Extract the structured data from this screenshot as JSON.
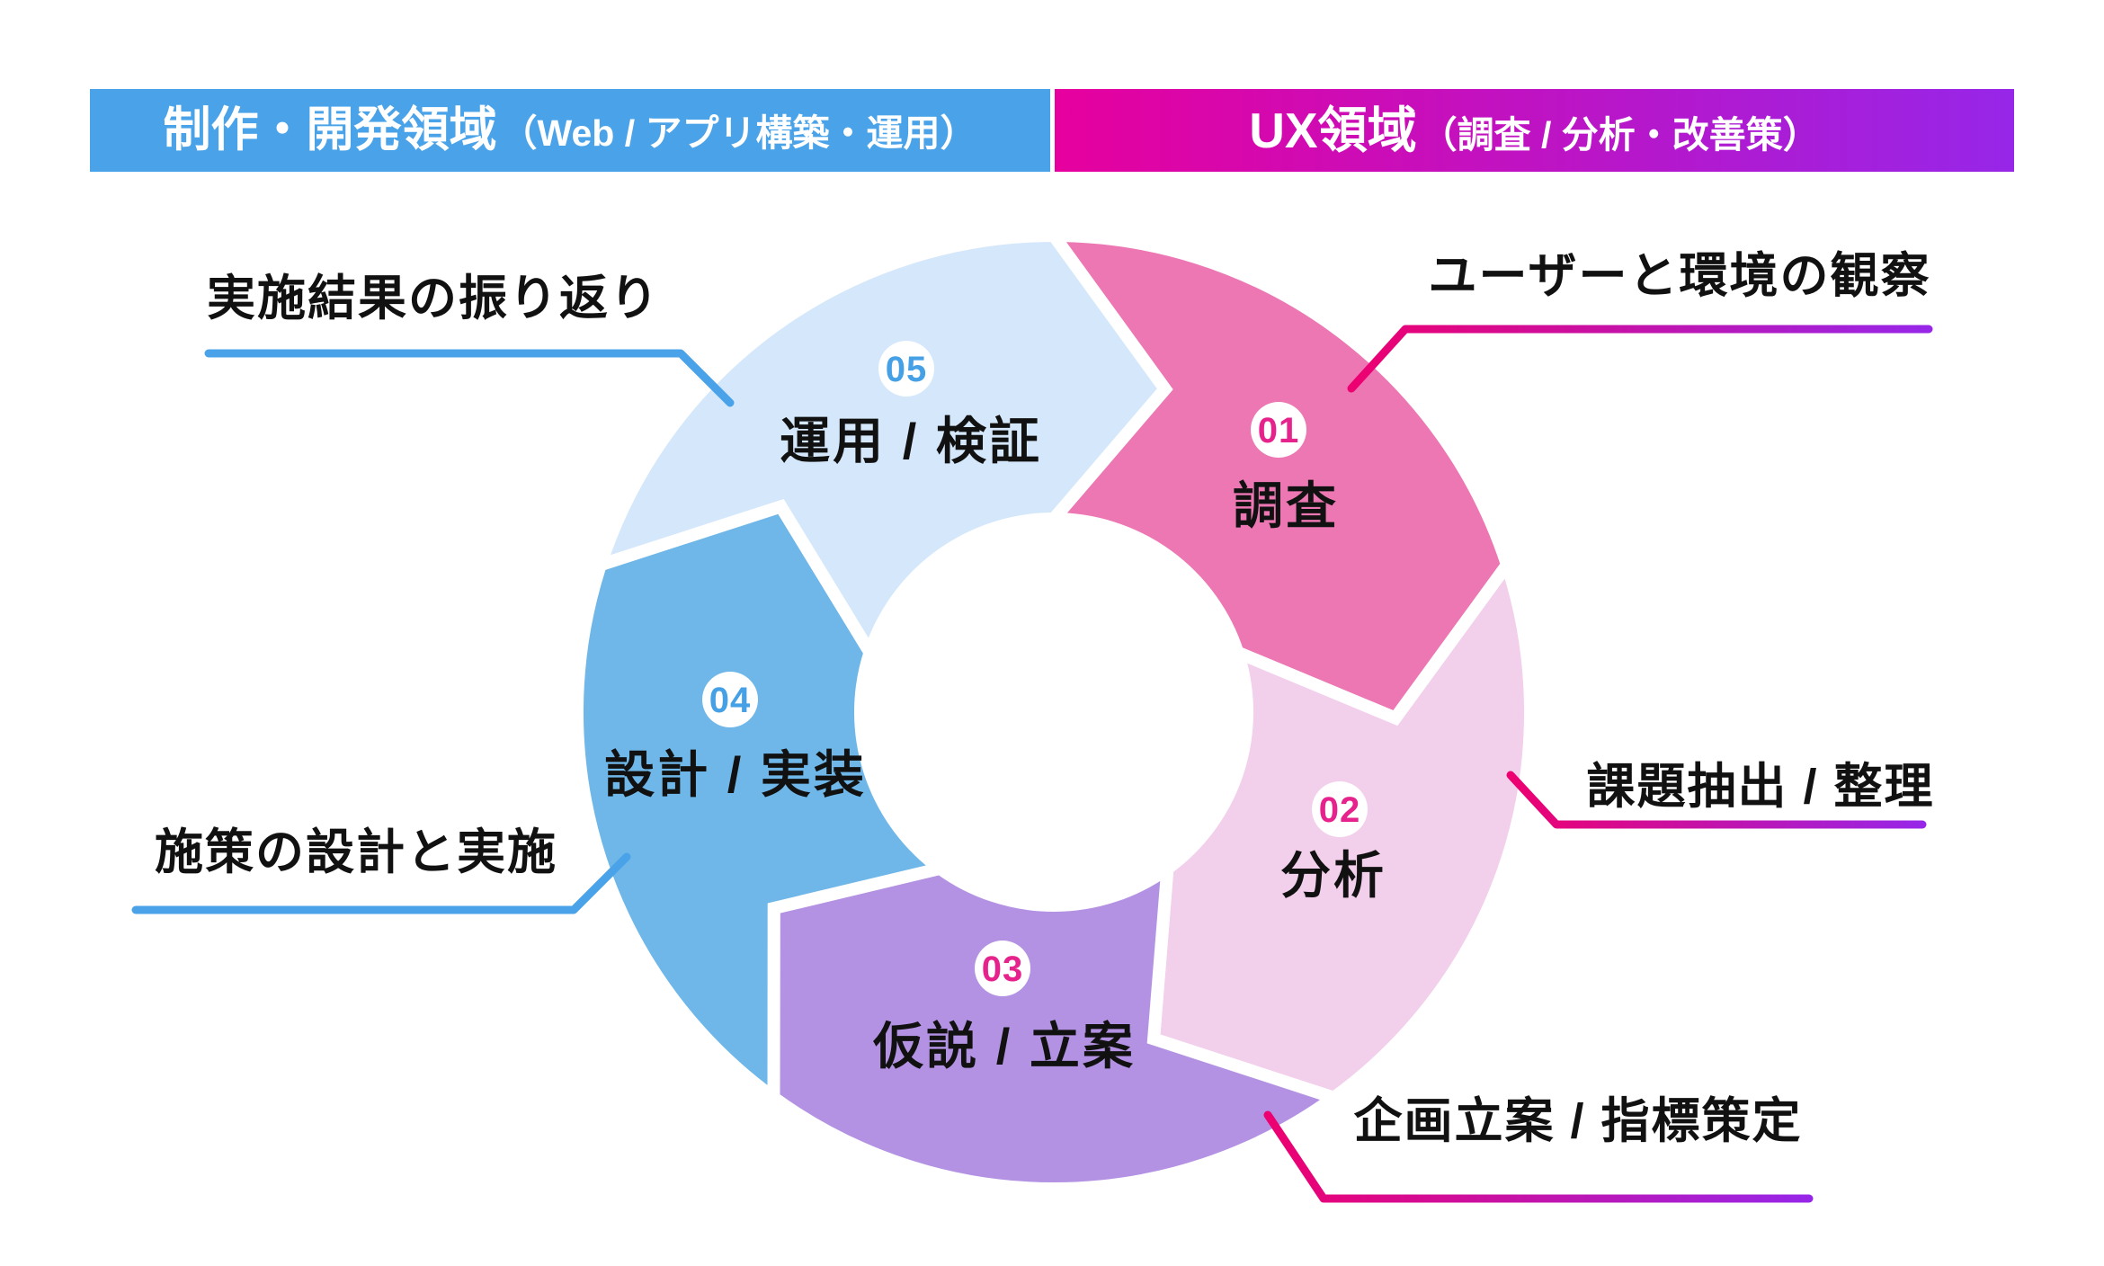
{
  "headers": {
    "left": {
      "title": "制作・開発領域",
      "subtitle": "（Web / アプリ構築・運用）"
    },
    "right": {
      "title": "UX領域",
      "subtitle": "（調査 / 分析・改善策）"
    }
  },
  "colors": {
    "header_left_bg": "#4AA3E8",
    "ux_gradient_from": "#E6009E",
    "ux_gradient_to": "#9726E8",
    "blue_line": "#4AA3E8",
    "pink_line_from": "#ED0070",
    "pink_line_to": "#9726E8",
    "label_text": "#111111",
    "badge_bg": "#FFFFFF"
  },
  "cycle": {
    "segments": [
      {
        "id": "01",
        "label": "調査",
        "color": "#EC77B3",
        "number_color": "#E6238C"
      },
      {
        "id": "02",
        "label": "分析",
        "color": "#F2CFEB",
        "number_color": "#E6238C"
      },
      {
        "id": "03",
        "label": "仮説 / 立案",
        "color": "#B392E3",
        "number_color": "#E6238C"
      },
      {
        "id": "04",
        "label": "設計 / 実装",
        "color": "#6FB7E8",
        "number_color": "#45A0E6"
      },
      {
        "id": "05",
        "label": "運用 / 検証",
        "color": "#D5E8FB",
        "number_color": "#45A0E6"
      }
    ]
  },
  "callouts": {
    "review": {
      "text": "実施結果の振り返り"
    },
    "observe": {
      "text": "ユーザーと環境の観察"
    },
    "issues": {
      "text": "課題抽出 / 整理"
    },
    "planning": {
      "text": "企画立案 / 指標策定"
    },
    "design": {
      "text": "施策の設計と実施"
    }
  }
}
